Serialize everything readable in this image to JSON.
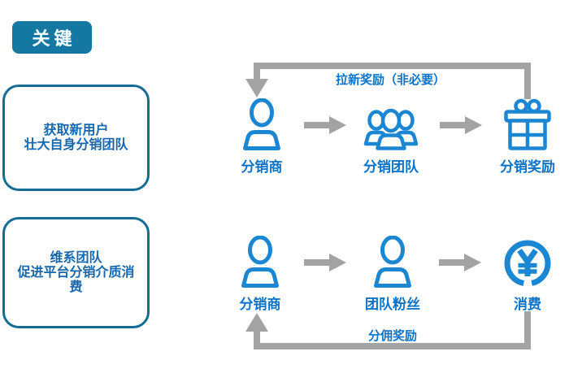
{
  "badge": {
    "label": "关键"
  },
  "left_boxes": [
    {
      "lines": [
        "获取新用户",
        "壮大自身分销团队"
      ]
    },
    {
      "lines": [
        "维系团队",
        "促进平台分销介质消",
        "费"
      ]
    }
  ],
  "flows": [
    {
      "feedback_label": "拉新奖励（非必要）",
      "nodes": [
        {
          "label": "分销商",
          "icon": "person-icon"
        },
        {
          "label": "分销团队",
          "icon": "people-group-icon"
        },
        {
          "label": "分销奖励",
          "icon": "gift-icon"
        }
      ]
    },
    {
      "feedback_label": "分佣奖励",
      "nodes": [
        {
          "label": "分销商",
          "icon": "person-icon"
        },
        {
          "label": "团队粉丝",
          "icon": "person-icon"
        },
        {
          "label": "消费",
          "icon": "yen-circle-icon"
        }
      ]
    }
  ],
  "colors": {
    "icon_blue": "#1b87d3",
    "label_blue": "#0d73c8",
    "box_border": "#156d96",
    "box_text": "#1667ab",
    "badge_bg": "#1478a3",
    "arrow_gray": "#a3a3a3"
  }
}
